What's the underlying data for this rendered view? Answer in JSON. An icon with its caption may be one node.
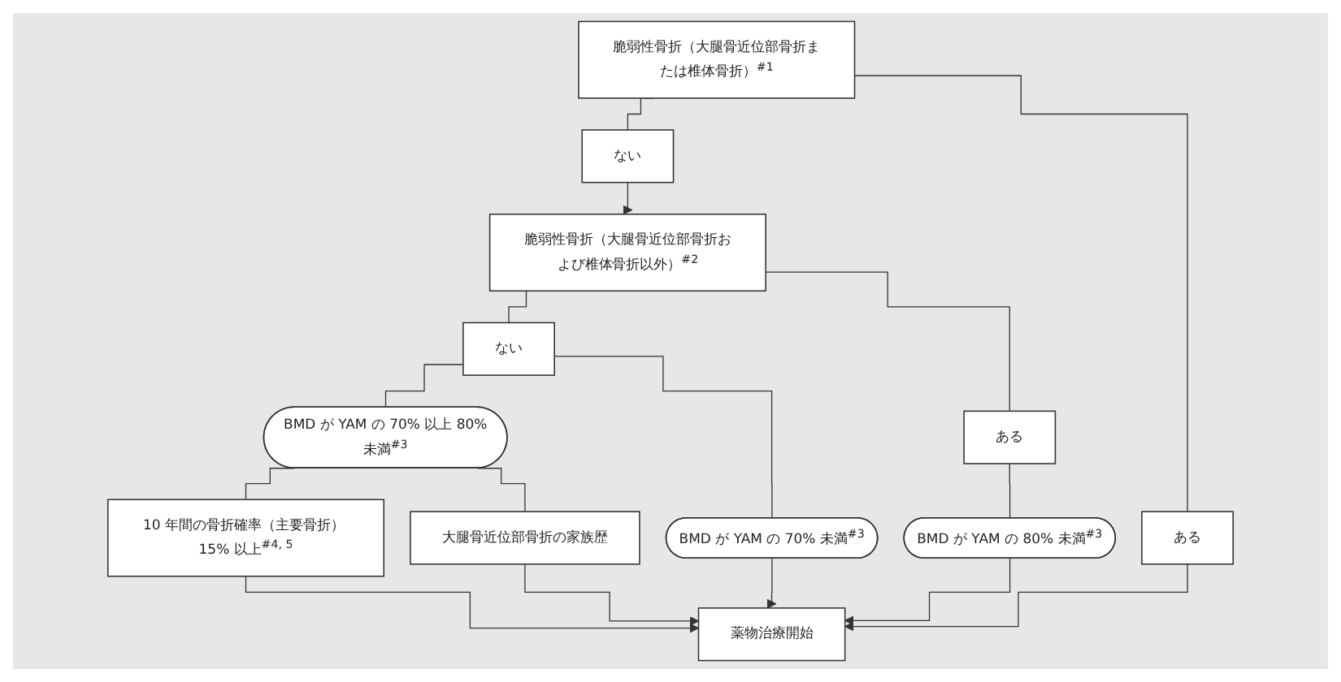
{
  "diagram": {
    "nodes": [
      {
        "text": [
          "脆弱性骨折（大腿骨近位部骨折または椎体骨折）$^{#1}$"
        ]
      },
      {
        "text": [
          "ない"
        ]
      },
      {
        "text": [
          "ある"
        ]
      },
      {
        "text": [
          "脆弱性骨折（大腿骨近位部骨折および椎体骨折以外）$^{#2}$"
        ]
      },
      {
        "text": [
          "ない"
        ]
      },
      {
        "text": [
          "ある"
        ]
      },
      {
        "text": [
          "BMD が YAM の 70% 以上 80%未満$^{#3}$"
        ]
      },
      {
        "text": [
          "BMD が YAM の 70% 未満$^{#3}$"
        ]
      },
      {
        "text": [
          "BMD が YAM の 80% 未満$^{#3}$"
        ]
      },
      {
        "text": [
          "10 年間の骨折確率（主要骨折） 15% 以上$^{#4, 5}$"
        ]
      },
      {
        "text": [
          "大腿骨近位部骨折の家族歴"
        ]
      },
      {
        "text": [
          "薬物治療開始"
        ]
      }
    ],
    "edges": [
      {
        "from": 0,
        "to": 1,
        "arrow": "none"
      },
      {
        "from": 0,
        "to": 2,
        "arrow": "none"
      },
      {
        "from": 1,
        "to": 3,
        "arrow": "to"
      },
      {
        "from": 3,
        "to": 4,
        "arrow": "none"
      },
      {
        "from": 3,
        "to": 5,
        "arrow": "none"
      },
      {
        "from": 4,
        "to": 6,
        "arrow": "none"
      },
      {
        "from": 4,
        "to": 7,
        "arrow": "none"
      },
      {
        "from": 5,
        "to": 8,
        "arrow": "none"
      },
      {
        "from": 6,
        "to": 9,
        "arrow": "none"
      },
      {
        "from": 6,
        "to": 10,
        "arrow": "none"
      },
      {
        "from": 9,
        "to": 11,
        "arrow": "to"
      },
      {
        "from": 10,
        "to": 11,
        "arrow": "to"
      },
      {
        "from": 7,
        "to": 11,
        "arrow": "to"
      },
      {
        "from": 8,
        "to": 11,
        "arrow": "to"
      },
      {
        "from": 2,
        "to": 11,
        "arrow": "to"
      }
    ]
  }
}
